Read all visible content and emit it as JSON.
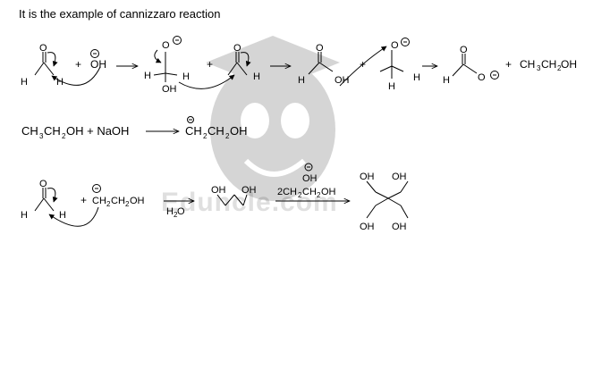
{
  "title": "It is the example of cannizzaro reaction",
  "row1": {
    "plus1": "+",
    "hydroxide": "OH",
    "oxide_O": "O",
    "oh_on_carbon": "OH",
    "plus2": "+",
    "plus3": "+",
    "carboxylic_OH": "OH",
    "plus4": "+",
    "ethanol_product": "CH",
    "ethanol_product_rest": "CH",
    "ethanol_product_end": "OH"
  },
  "row2": {
    "reactant_ch": "CH",
    "reactant_ch2": "CH",
    "reactant_oh": "OH + NaOH",
    "product_ch": "CH",
    "product_ch2": "CH",
    "product_oh": "OH"
  },
  "row3": {
    "plus": "+",
    "carbanion": "CH",
    "carbanion_mid": "CH",
    "carbanion_end": "OH",
    "water": "H",
    "water_end": "O",
    "diol_left": "OH",
    "diol_right": "OH",
    "reagent_top": "OH",
    "reagent": "2CH",
    "reagent_mid": "CH",
    "reagent_end": "OH",
    "tetra_tl": "OH",
    "tetra_tr": "OH",
    "tetra_bl": "OH",
    "tetra_br": "OH"
  },
  "watermark": "Eduncle.com"
}
